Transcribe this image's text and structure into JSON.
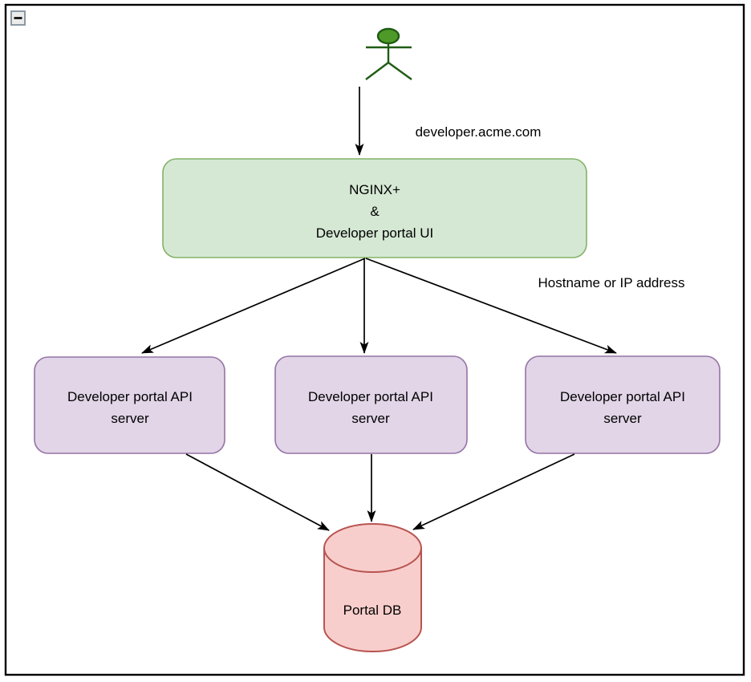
{
  "window": {
    "collapse_button": {
      "icon": "minus-icon"
    }
  },
  "diagram": {
    "actor": {
      "icon": "person-icon"
    },
    "edge_labels": {
      "user_to_nginx": "developer.acme.com",
      "nginx_to_servers": "Hostname or IP address"
    },
    "nginx_box": {
      "line1": "NGINX+",
      "line2": "&",
      "line3": "Developer portal UI"
    },
    "api_server_boxes": [
      {
        "line1": "Developer portal API",
        "line2": "server"
      },
      {
        "line1": "Developer portal API",
        "line2": "server"
      },
      {
        "line1": "Developer portal API",
        "line2": "server"
      }
    ],
    "database": {
      "label": "Portal DB"
    },
    "colors": {
      "nginx_fill": "#d5e8d4",
      "nginx_stroke": "#82b366",
      "server_fill": "#e1d5e7",
      "server_stroke": "#9673a6",
      "db_fill": "#f8cecc",
      "db_stroke": "#b85450",
      "actor_fill": "#4e9a28",
      "actor_stroke": "#1f5c14",
      "edge_color": "#000000",
      "frame_color": "#000000"
    }
  }
}
